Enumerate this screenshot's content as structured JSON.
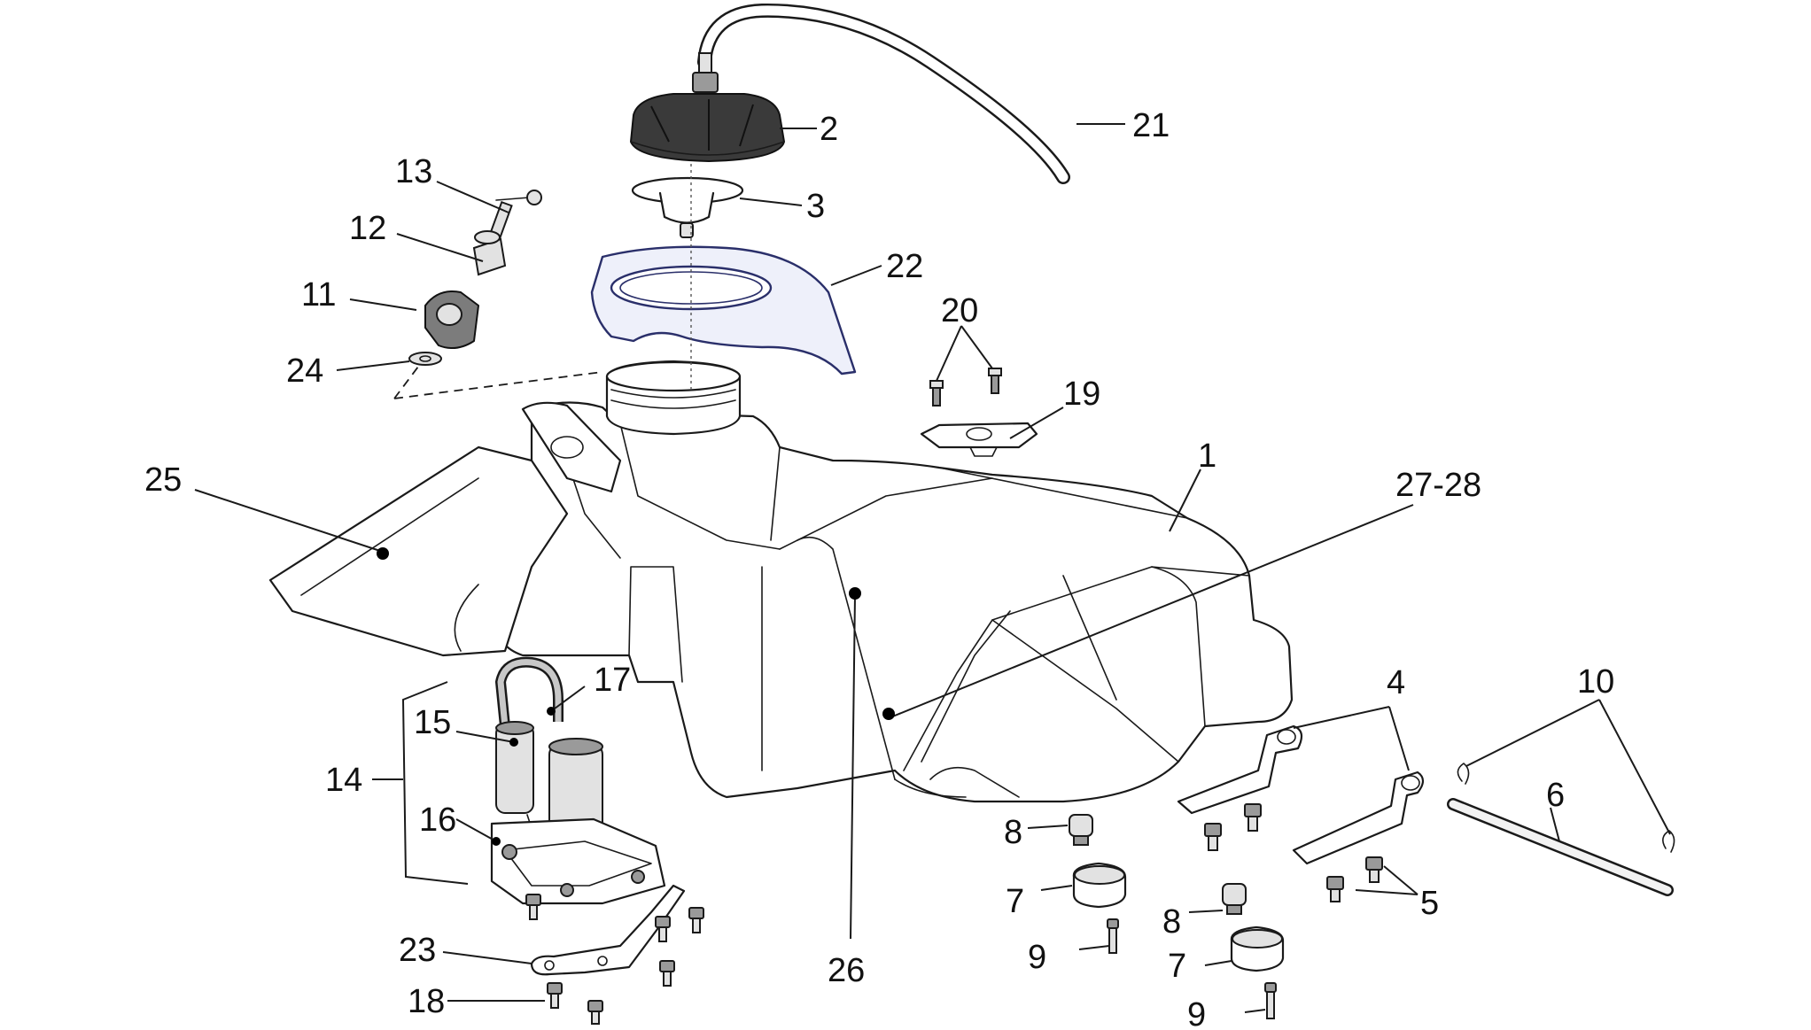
{
  "callouts": [
    {
      "id": "1",
      "label": "1"
    },
    {
      "id": "2",
      "label": "2"
    },
    {
      "id": "3",
      "label": "3"
    },
    {
      "id": "4",
      "label": "4"
    },
    {
      "id": "5",
      "label": "5"
    },
    {
      "id": "6",
      "label": "6"
    },
    {
      "id": "7a",
      "label": "7"
    },
    {
      "id": "7b",
      "label": "7"
    },
    {
      "id": "8a",
      "label": "8"
    },
    {
      "id": "8b",
      "label": "8"
    },
    {
      "id": "9a",
      "label": "9"
    },
    {
      "id": "9b",
      "label": "9"
    },
    {
      "id": "10",
      "label": "10"
    },
    {
      "id": "11",
      "label": "11"
    },
    {
      "id": "12",
      "label": "12"
    },
    {
      "id": "13",
      "label": "13"
    },
    {
      "id": "14",
      "label": "14"
    },
    {
      "id": "15",
      "label": "15"
    },
    {
      "id": "16",
      "label": "16"
    },
    {
      "id": "17",
      "label": "17"
    },
    {
      "id": "18",
      "label": "18"
    },
    {
      "id": "19",
      "label": "19"
    },
    {
      "id": "20",
      "label": "20"
    },
    {
      "id": "21",
      "label": "21"
    },
    {
      "id": "22",
      "label": "22"
    },
    {
      "id": "23",
      "label": "23"
    },
    {
      "id": "24",
      "label": "24"
    },
    {
      "id": "25",
      "label": "25"
    },
    {
      "id": "26",
      "label": "26"
    },
    {
      "id": "27-28",
      "label": "27-28"
    }
  ],
  "colors": {
    "line": "#1a1a1a",
    "cap": "#3a3a3a",
    "cover_outline": "#2a2f6a",
    "background": "#ffffff"
  }
}
